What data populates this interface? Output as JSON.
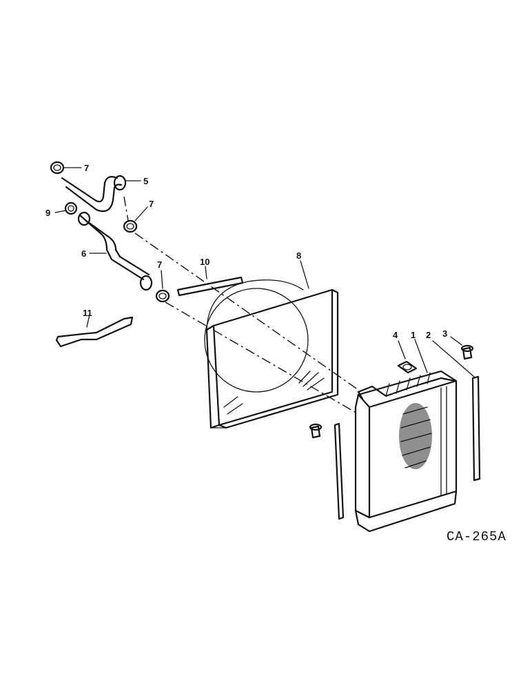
{
  "diagram": {
    "drawing_code": "CA-265A",
    "callouts": {
      "c1": "1",
      "c2": "2",
      "c3": "3",
      "c4": "4",
      "c5": "5",
      "c6": "6",
      "c7a": "7",
      "c7b": "7",
      "c7c": "7",
      "c8": "8",
      "c9": "9",
      "c10": "10",
      "c11": "11"
    }
  }
}
